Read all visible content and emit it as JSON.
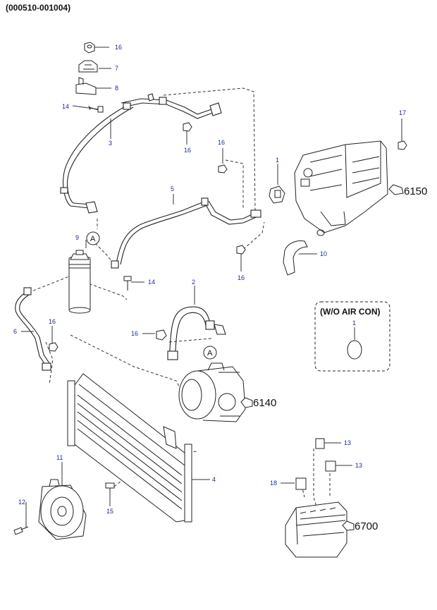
{
  "header": {
    "code": "(000510-001004)"
  },
  "callouts": {
    "c16a": "16",
    "c7": "7",
    "c8": "8",
    "c14a": "14",
    "c3": "3",
    "c16b": "16",
    "c16c": "16",
    "c17": "17",
    "c1a": "1",
    "c5": "5",
    "c9": "9",
    "c10": "10",
    "c16d": "16",
    "c14b": "14",
    "c2": "2",
    "c6": "6",
    "c16e": "16",
    "c16f": "16",
    "c1b": "1",
    "c11": "11",
    "c4": "4",
    "c12": "12",
    "c15": "15",
    "c13a": "13",
    "c13b": "13",
    "c18": "18"
  },
  "circle_labels": {
    "a1": "A",
    "a2": "A"
  },
  "references": {
    "r6150": "6150",
    "r6140": "6140",
    "r6700": "6700"
  },
  "variant_box": {
    "label": "(W/O AIR CON)"
  },
  "colors": {
    "callout": "#1a2a9a",
    "line": "#222222"
  }
}
